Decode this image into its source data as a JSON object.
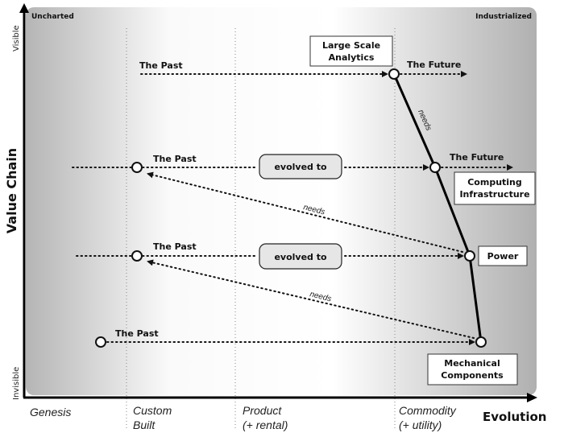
{
  "regions": {
    "left": "Uncharted",
    "right": "Industrialized"
  },
  "y_axis": {
    "title": "Value Chain",
    "top": "Visible",
    "bottom": "Invisible"
  },
  "x_axis": {
    "title": "Evolution",
    "stages": [
      {
        "line1": "Genesis",
        "line2": ""
      },
      {
        "line1": "Custom",
        "line2": "Built"
      },
      {
        "line1": "Product",
        "line2": "(+ rental)"
      },
      {
        "line1": "Commodity",
        "line2": "(+ utility)"
      }
    ]
  },
  "components": {
    "analytics": "Large Scale Analytics",
    "analytics_l1": "Large Scale",
    "analytics_l2": "Analytics",
    "computing_l1": "Computing",
    "computing_l2": "Infrastructure",
    "power": "Power",
    "mechanical_l1": "Mechanical",
    "mechanical_l2": "Components"
  },
  "labels": {
    "past": "The Past",
    "future": "The Future",
    "evolved": "evolved to",
    "needs": "needs"
  },
  "colors": {
    "line": "#111111",
    "shade": "#b8b8b8"
  }
}
